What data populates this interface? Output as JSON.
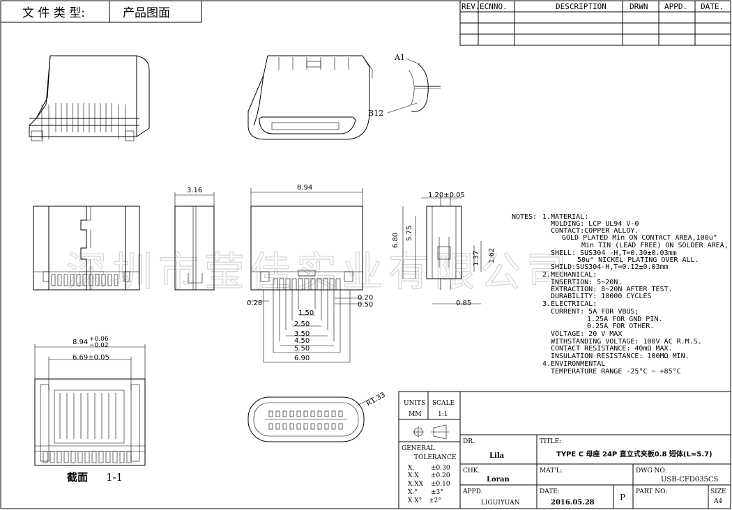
{
  "header": {
    "doc_type_label": "文 件 类 型:",
    "doc_type_value": "产品图面"
  },
  "revision_table": {
    "headers": [
      "REV.",
      "ECNNO.",
      "DESCRIPTION",
      "DRWN",
      "APPD.",
      "DATE."
    ]
  },
  "iso_view": {
    "label_a1": "A1",
    "label_b12": "B12"
  },
  "dimensions": {
    "side_width": "3.16",
    "front_width": "8.94",
    "right_width": "1.20±0.05",
    "height_total": "6.80",
    "height_body": "5.75",
    "pin_h1": "1.37",
    "pin_h2": "1.62",
    "pin_offset": "0.85",
    "left_edge": "0.28",
    "right_020": "0.20",
    "right_050": "0.50",
    "pitch_150": "1.50",
    "pitch_250": "2.50",
    "pitch_350": "3.50",
    "pitch_450": "4.50",
    "pitch_550": "5.50",
    "pitch_690": "6.90",
    "section_width": "8.94",
    "section_tol_plus": "+0.06",
    "section_tol_minus": "−0.02",
    "section_inner": "6.69±0.05",
    "radius": "R1.33"
  },
  "section_label": {
    "cn": "截面",
    "num": "1-1"
  },
  "watermark": "深圳市莹佳实业有限公司",
  "notes": {
    "title": "NOTES:",
    "lines": [
      "1.MATERIAL:",
      "MOLDING: LCP UL94 V-0",
      "CONTACT:COPPER ALLOY.",
      "GOLD PLATED Min ON CONTACT AREA,100u\"",
      "Min TIN (LEAD FREE) ON SOLDER AREA,",
      "SHELL: SUS304 -H,T=0.30±0.03mm",
      "50u\" NICKEL PLATING OVER ALL.",
      "SHILD:SUS304-H,T=0.12±0.03mm",
      "2.MECHANICAL:",
      "INSERTION: 5~20N.",
      "EXTRACTION: 8~20N AFTER TEST.",
      "DURABILITY: 10000 CYCLES",
      "3.ELECTRICAL:",
      "CURRENT: 5A FOR VBUS;",
      "1.25A FOR GND PIN.",
      "0.25A FOR OTHER.",
      "VOLTAGE: 20 V MAX",
      "WITHSTANDING VOLTAGE: 100V AC R.M.S.",
      "CONTACT RESISTANCE: 40mΩ MAX.",
      "INSULATION RESISTANCE: 100MΩ MIN.",
      "4.ENVIRONMENTAL",
      "TEMPERATURE RANGE -25°C ~ +85°C"
    ]
  },
  "title_block": {
    "units_label": "UNITS",
    "units_value": "MM",
    "scale_label": "SCALE",
    "scale_value": "1:1",
    "general": "GENERAL",
    "tolerance": "TOLERANCE",
    "tolerances": [
      {
        "k": "X.",
        "v": "±0.30"
      },
      {
        "k": "X.X",
        "v": "±0.20"
      },
      {
        "k": "X.XX",
        "v": "±0.10"
      },
      {
        "k": "X.°",
        "v": "±3°"
      },
      {
        "k": "X.X°",
        "v": "±2°"
      }
    ],
    "dr_label": "DR.",
    "dr_value": "Lila",
    "chk_label": "CHK.",
    "chk_value": "Loran",
    "appd_label": "APPD.",
    "appd_value": "LIGUIYUAN",
    "title_label": "TITLE:",
    "title_value": "TYPE C 母座 24P 直立式夹板0.8 短体(L=5.7)",
    "mat_label": "MAT'L:",
    "dwg_label": "DWG NO:",
    "dwg_value": "USB-CFD035CS",
    "date_label": "DATE:",
    "date_value": "2016.05.28",
    "p_value": "P",
    "part_label": "PART NO:",
    "size_label": "SIZE",
    "size_value": "A4"
  }
}
